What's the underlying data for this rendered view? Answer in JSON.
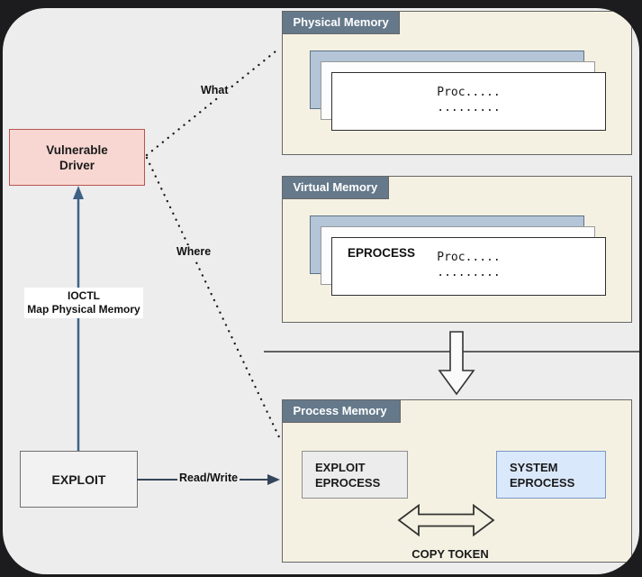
{
  "nodes": {
    "driver": {
      "line1": "Vulnerable",
      "line2": "Driver"
    },
    "exploit": {
      "label": "EXPLOIT"
    },
    "exploit_eprocess": {
      "line1": "EXPLOIT",
      "line2": "EPROCESS"
    },
    "system_eprocess": {
      "line1": "SYSTEM",
      "line2": "EPROCESS"
    }
  },
  "panels": {
    "physical": {
      "title": "Physical Memory",
      "proc": "Proc.....",
      "dots": "........."
    },
    "virtual": {
      "title": "Virtual Memory",
      "eprocess": "EPROCESS",
      "proc": "Proc.....",
      "dots": "........."
    },
    "process": {
      "title": "Process Memory",
      "copy_token": "COPY TOKEN"
    }
  },
  "edges": {
    "what": "What",
    "where": "Where",
    "readwrite": "Read/Write",
    "ioctl_line1": "IOCTL",
    "ioctl_line2": "Map Physical Memory"
  },
  "colors": {
    "page_bg": "#1c1c1e",
    "canvas_bg": "#ededee",
    "panel_bg": "#f5f1e2",
    "panel_border": "#666666",
    "tab_bg": "#65798b",
    "driver_fill": "#f8d7d2",
    "driver_border": "#b85450",
    "system_eprocess_fill": "#dae8fc",
    "system_eprocess_border": "#7b99c2",
    "card_back_fill": "#b3c5d6",
    "ioctl_arrow": "#3e6285",
    "readwrite_arrow": "#35465a",
    "dotted_line": "#1a1a1a"
  }
}
